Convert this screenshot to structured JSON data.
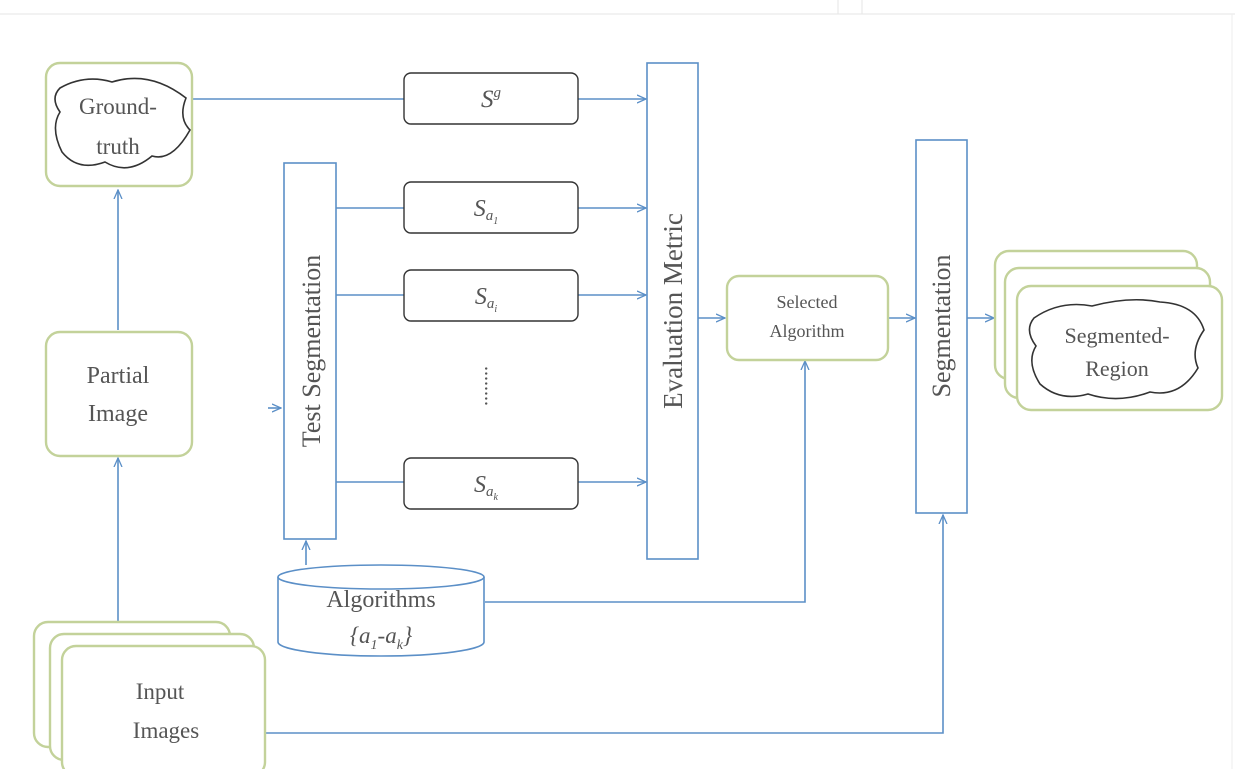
{
  "diagram": {
    "nodes": {
      "ground_truth": {
        "line1": "Ground-",
        "line2": "truth"
      },
      "partial_image": {
        "line1": "Partial",
        "line2": "Image"
      },
      "input_images": {
        "line1": "Input",
        "line2": "Images"
      },
      "test_segmentation": "Test Segmentation",
      "algorithms": {
        "line1": "Algorithms",
        "line2": "{a",
        "sub1": "1",
        "mid": "-a",
        "sub2": "k",
        "end": "}"
      },
      "evaluation_metric": "Evaluation Metric",
      "selected_algorithm": {
        "line1": "Selected",
        "line2": "Algorithm"
      },
      "segmentation": "Segmentation",
      "segmented_region": {
        "line1": "Segmented-",
        "line2": "Region"
      }
    },
    "symbols": {
      "sg": {
        "base": "S",
        "sup": "g"
      },
      "sa1": {
        "base": "S",
        "sub": "a",
        "subsub": "1"
      },
      "sai": {
        "base": "S",
        "sub": "a",
        "subsub": "i"
      },
      "dots": "........",
      "sak": {
        "base": "S",
        "sub": "a",
        "subsub": "k"
      }
    },
    "colors": {
      "arrow": "#5b8fc7",
      "green_border": "#c3d29a",
      "blue_border": "#5b8fc7",
      "text": "#555555"
    }
  }
}
